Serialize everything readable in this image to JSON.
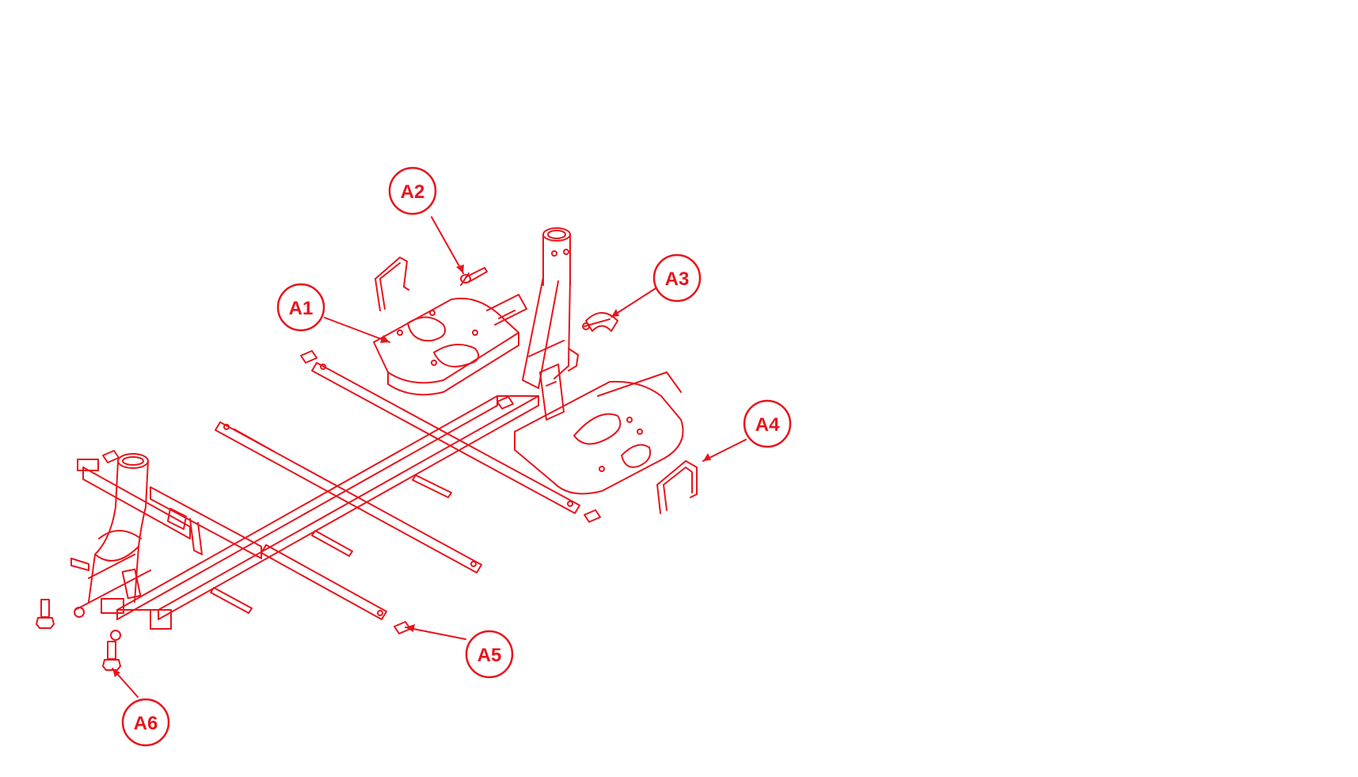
{
  "diagram": {
    "line_color": "#e8141c",
    "background": "#ffffff",
    "callouts": [
      {
        "id": "a1",
        "label": "A1",
        "part": "rear-seat-mount-plate"
      },
      {
        "id": "a2",
        "label": "A2",
        "part": "seat-post-knob"
      },
      {
        "id": "a3",
        "label": "A3",
        "part": "seat-post-clamp"
      },
      {
        "id": "a4",
        "label": "A4",
        "part": "u-bracket"
      },
      {
        "id": "a5",
        "label": "A5",
        "part": "mounting-clip"
      },
      {
        "id": "a6",
        "label": "A6",
        "part": "hex-bolt"
      }
    ]
  }
}
